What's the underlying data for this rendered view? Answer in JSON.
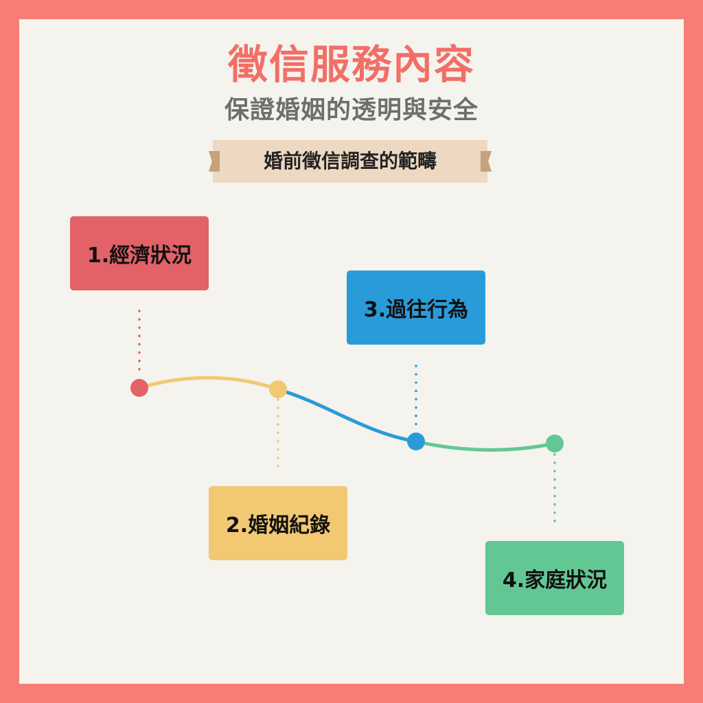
{
  "header": {
    "title": "徵信服務內容",
    "subtitle": "保證婚姻的透明與安全",
    "banner": "婚前徵信調查的範疇"
  },
  "steps": [
    {
      "label": "1.經濟狀況",
      "color": "#E26267"
    },
    {
      "label": "2.婚姻紀錄",
      "color": "#F2C873"
    },
    {
      "label": "3.過往行為",
      "color": "#2A9BD9"
    },
    {
      "label": "4.家庭狀況",
      "color": "#63C794"
    }
  ],
  "colors": {
    "border": "#F77E74",
    "background": "#F4F3EE",
    "title": "#F16F66",
    "subtitle": "#6E6E6E",
    "banner": "#EDD8C1"
  }
}
